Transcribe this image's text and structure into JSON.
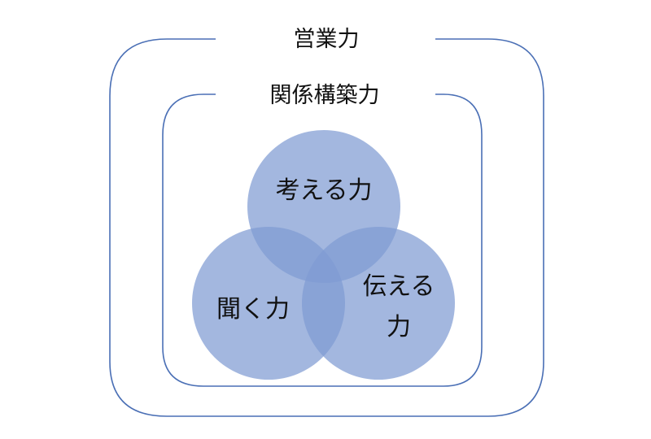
{
  "outer_frame": {
    "label": "営業力"
  },
  "inner_frame": {
    "label": "関係構築力"
  },
  "circles": {
    "think": {
      "label": "考える力"
    },
    "listen": {
      "label": "聞く力"
    },
    "convey": {
      "label_line1": "伝える",
      "label_line2": "力"
    }
  },
  "colors": {
    "frame_stroke": "#4a6fb5",
    "circle_fill": "#7f9bd3",
    "text": "#111111",
    "background": "#ffffff"
  }
}
